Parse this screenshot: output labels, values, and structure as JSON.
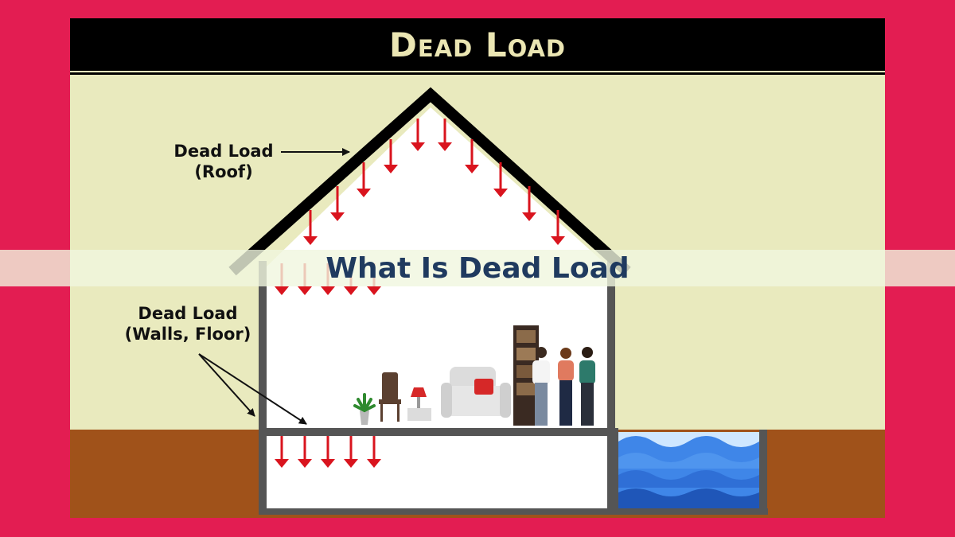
{
  "header": {
    "title": "Dead Load"
  },
  "labels": {
    "roof_line1": "Dead Load",
    "roof_line2": "(Roof)",
    "walls_line1": "Dead Load",
    "walls_line2": "(Walls, Floor)"
  },
  "banner": {
    "title": "What Is Dead Load"
  },
  "colors": {
    "page_background": "#e31d52",
    "sky": "#e9eabe",
    "ground": "#a0521a",
    "roof": "#000000",
    "walls": "#555555",
    "arrows": "#d9141e",
    "water": "#2f6fd6",
    "banner_text": "#1f3a5f"
  },
  "icons": [
    "roof-load-arrow",
    "floor-load-arrow",
    "plant-icon",
    "chair-icon",
    "lamp-icon",
    "sofa-icon",
    "bookshelf-icon",
    "people-icon",
    "water-pool-icon"
  ]
}
